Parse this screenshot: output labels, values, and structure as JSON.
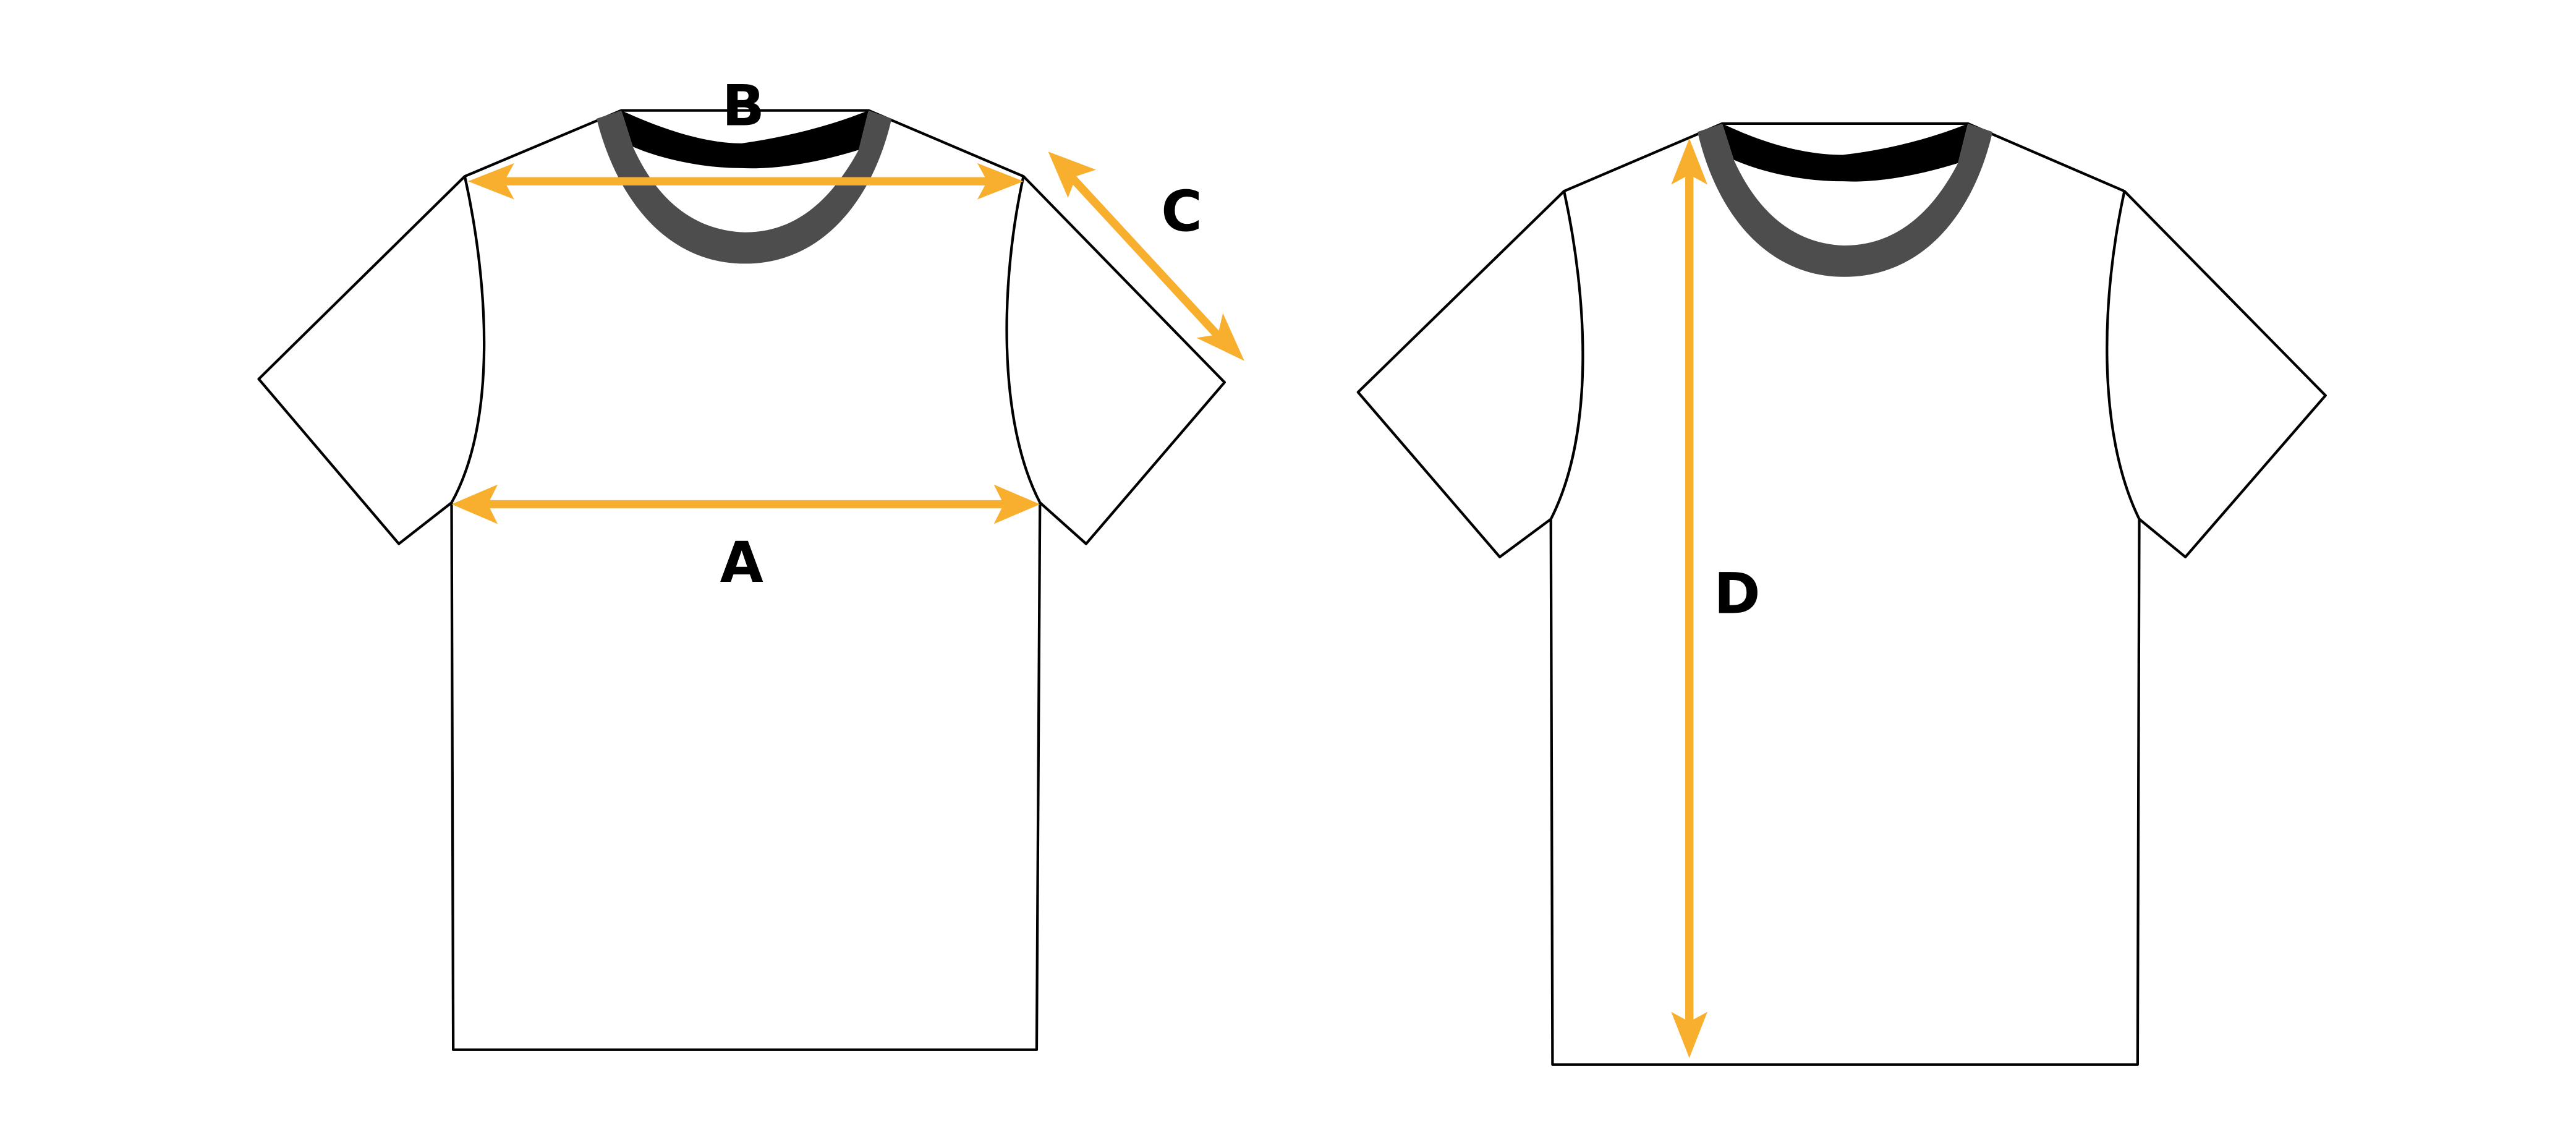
{
  "colors": {
    "arrow": "#F9AF2E",
    "collar_outer": "#4D4D4D",
    "collar_inner": "#000000",
    "outline": "#000000",
    "background": "#FFFFFF"
  },
  "labels": {
    "a": "A",
    "b": "B",
    "c": "C",
    "d": "D"
  }
}
